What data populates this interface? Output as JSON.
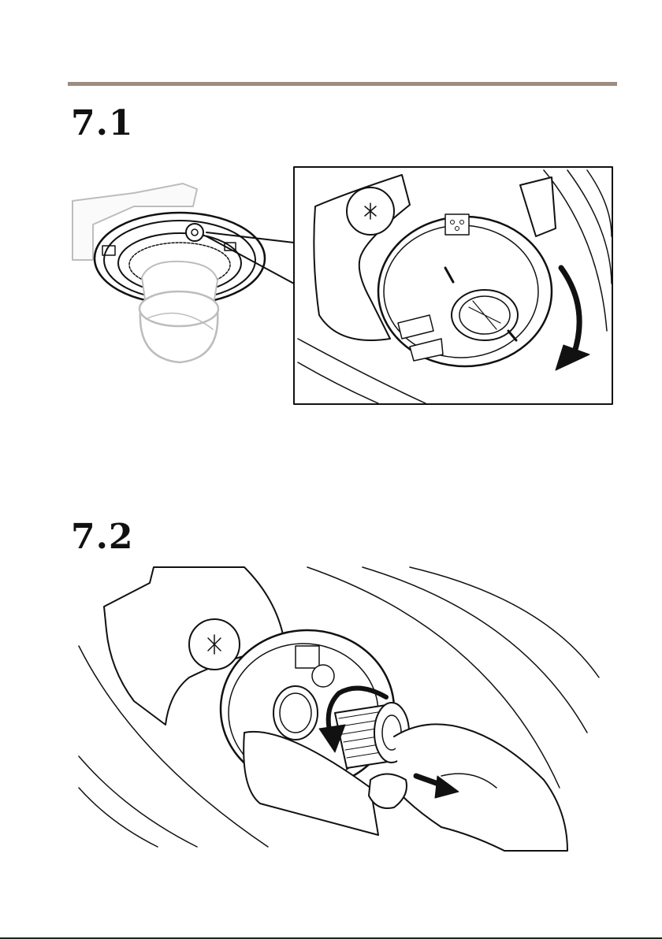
{
  "steps": [
    {
      "label": "7.1"
    },
    {
      "label": "7.2"
    }
  ],
  "colors": {
    "rule": "#9c8d80",
    "ink": "#111111",
    "ghost": "#bdbdbd"
  },
  "icons": {
    "step1_overview": "camera-dome-overview-illustration",
    "step1_detail": "rotate-cover-clockwise-illustration",
    "step2": "unscrew-cable-gland-illustration"
  }
}
